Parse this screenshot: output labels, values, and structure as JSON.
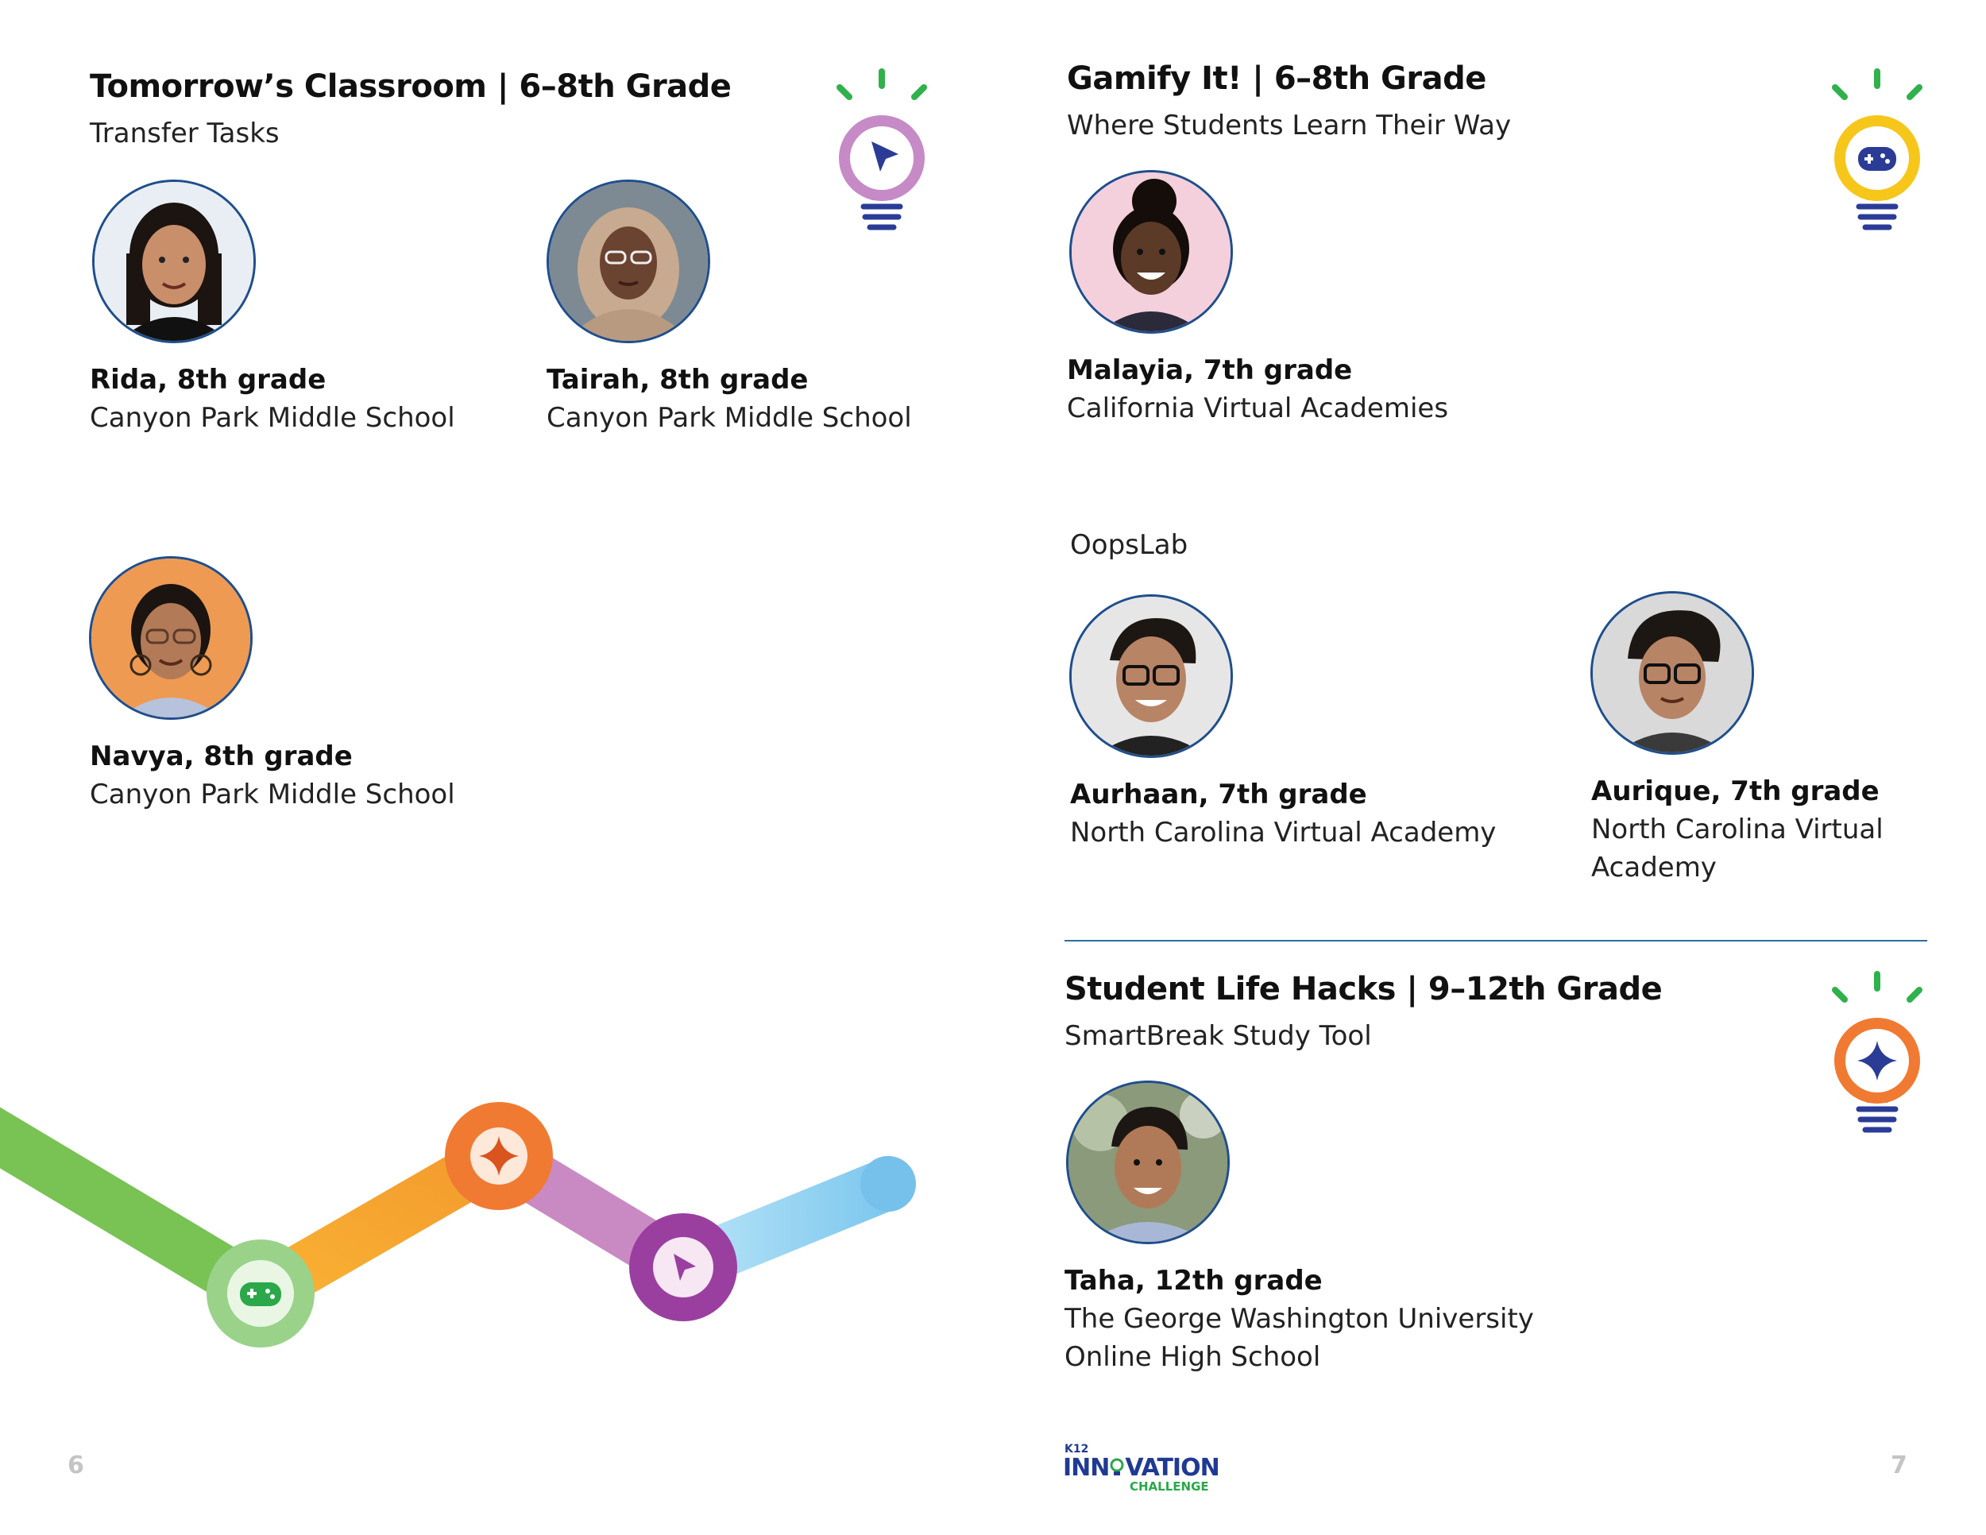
{
  "left_page": {
    "section": {
      "title": "Tomorrow’s Classroom | 6–8th Grade",
      "subtitle": "Transfer Tasks",
      "icon": "cursor-bulb-icon",
      "icon_color": "#c68ac7"
    },
    "students": [
      {
        "name": "Rida, 8th grade",
        "school": "Canyon Park Middle School",
        "photo_bg": "#e9eef4",
        "skin": "#c98e6a",
        "hair": "#1b1410"
      },
      {
        "name": "Tairah, 8th grade",
        "school": "Canyon Park Middle School",
        "photo_bg": "#7d8a94",
        "skin": "#6b4331",
        "hair": "#c7aa8f"
      },
      {
        "name": "Navya, 8th grade",
        "school": "Canyon Park Middle School",
        "photo_bg": "#ee9a52",
        "skin": "#b27a57",
        "hair": "#1b1410"
      }
    ],
    "page_number": "6"
  },
  "right_page": {
    "gamify": {
      "title": "Gamify It! | 6–8th Grade",
      "subtitle": "Where Students Learn Their Way",
      "icon": "gamepad-bulb-icon",
      "icon_color": "#f7c61a",
      "students": [
        {
          "name": "Malayia, 7th grade",
          "school": "California Virtual Academies",
          "photo_bg": "#f4d0dc",
          "skin": "#5b3a28",
          "hair": "#140d0a"
        }
      ],
      "project": "OopsLab",
      "project_students": [
        {
          "name": "Aurhaan, 7th grade",
          "school": "North Carolina Virtual Academy",
          "photo_bg": "#e6e6e6",
          "skin": "#b88466",
          "hair": "#1c1713"
        },
        {
          "name": "Aurique, 7th grade",
          "school": "North Carolina Virtual Academy",
          "photo_bg": "#d9d9d9",
          "skin": "#b88466",
          "hair": "#1c1713"
        }
      ]
    },
    "hacks": {
      "title": "Student Life Hacks | 9–12th Grade",
      "subtitle": "SmartBreak Study Tool",
      "icon": "sparkle-bulb-icon",
      "icon_color": "#f07a32",
      "students": [
        {
          "name": "Taha, 12th grade",
          "school": "The George Washington University Online High School",
          "photo_bg": "#8a9a7a",
          "skin": "#b07a58",
          "hair": "#1c1713"
        }
      ]
    },
    "logo": {
      "k12": "K12",
      "main_a": "INN",
      "main_b": "VATION",
      "sub": "CHALLENGE"
    },
    "page_number": "7"
  },
  "colors": {
    "navy": "#2b3c97",
    "ray_green": "#2fb14c",
    "path_green": "#79c254",
    "path_orange": "#f9b233",
    "path_pink": "#c98ac3",
    "path_blue": "#8fd3f2",
    "node_green": "#9ad28a",
    "node_orange": "#f07a32",
    "node_purple": "#9a3fa0",
    "divider": "#2f6ea3"
  },
  "path_icons": [
    "gamepad-icon",
    "sparkle-icon",
    "cursor-icon"
  ]
}
